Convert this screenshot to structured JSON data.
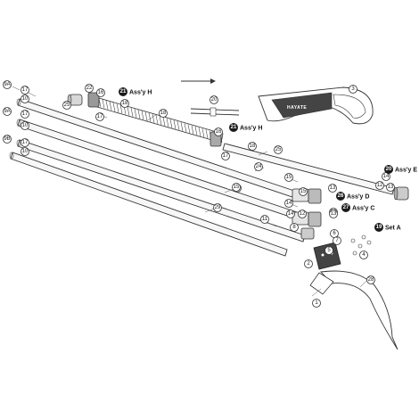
{
  "assemblies": {
    "h_top": {
      "num": "21",
      "label": "Ass'y H"
    },
    "h_mid": {
      "num": "21",
      "label": "Ass'y H"
    },
    "e": {
      "num": "20",
      "label": "Ass'y E"
    },
    "d": {
      "num": "26",
      "label": "Ass'y D"
    },
    "c": {
      "num": "27",
      "label": "Ass'y C"
    },
    "a": {
      "num": "19",
      "label": "Set A"
    }
  },
  "parts": [
    "9A",
    "17",
    "10",
    "9A",
    "17",
    "10",
    "9B",
    "17",
    "10",
    "22",
    "16",
    "17",
    "25",
    "18",
    "18",
    "20",
    "3",
    "16",
    "17",
    "18",
    "25",
    "24",
    "23",
    "15",
    "14",
    "13",
    "12",
    "15",
    "14",
    "13",
    "12",
    "26",
    "15",
    "14",
    "13",
    "11",
    "8",
    "6",
    "5",
    "7",
    "4",
    "2",
    "1",
    "28",
    "29"
  ],
  "grip_brand": "HAYATE",
  "icons": {
    "arrow": "arrow-right-icon"
  }
}
